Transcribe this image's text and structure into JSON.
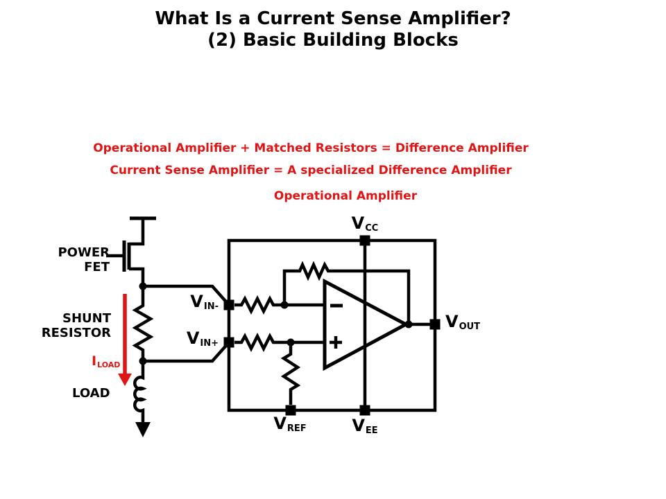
{
  "title": {
    "line1": "What Is a Current Sense Amplifier?",
    "line2": "(2) Basic Building Blocks"
  },
  "equations": {
    "line1": "Operational Amplifier + Matched Resistors = Difference Amplifier",
    "line2": "Current Sense Amplifier = A specialized Difference Amplifier",
    "line3": "Operational Amplifier",
    "text_color": "#e01414"
  },
  "circuit": {
    "labels": {
      "power_fet": {
        "line1": "POWER",
        "line2": "FET"
      },
      "shunt_resistor": {
        "line1": "SHUNT",
        "line2": "RESISTOR"
      },
      "i_load": {
        "main": "I",
        "sub": "LOAD"
      },
      "load": "LOAD",
      "vcc": {
        "main": "V",
        "sub": "CC"
      },
      "vin_minus": {
        "main": "V",
        "sub": "IN-"
      },
      "vin_plus": {
        "main": "V",
        "sub": "IN+"
      },
      "vout": {
        "main": "V",
        "sub": "OUT"
      },
      "vref": {
        "main": "V",
        "sub": "REF"
      },
      "vee": {
        "main": "V",
        "sub": "EE"
      },
      "opamp_minus_sign": "−",
      "opamp_plus_sign": "+"
    },
    "colors": {
      "wire": "#000000",
      "current_arrow": "#e01414",
      "background": "#ffffff"
    }
  }
}
